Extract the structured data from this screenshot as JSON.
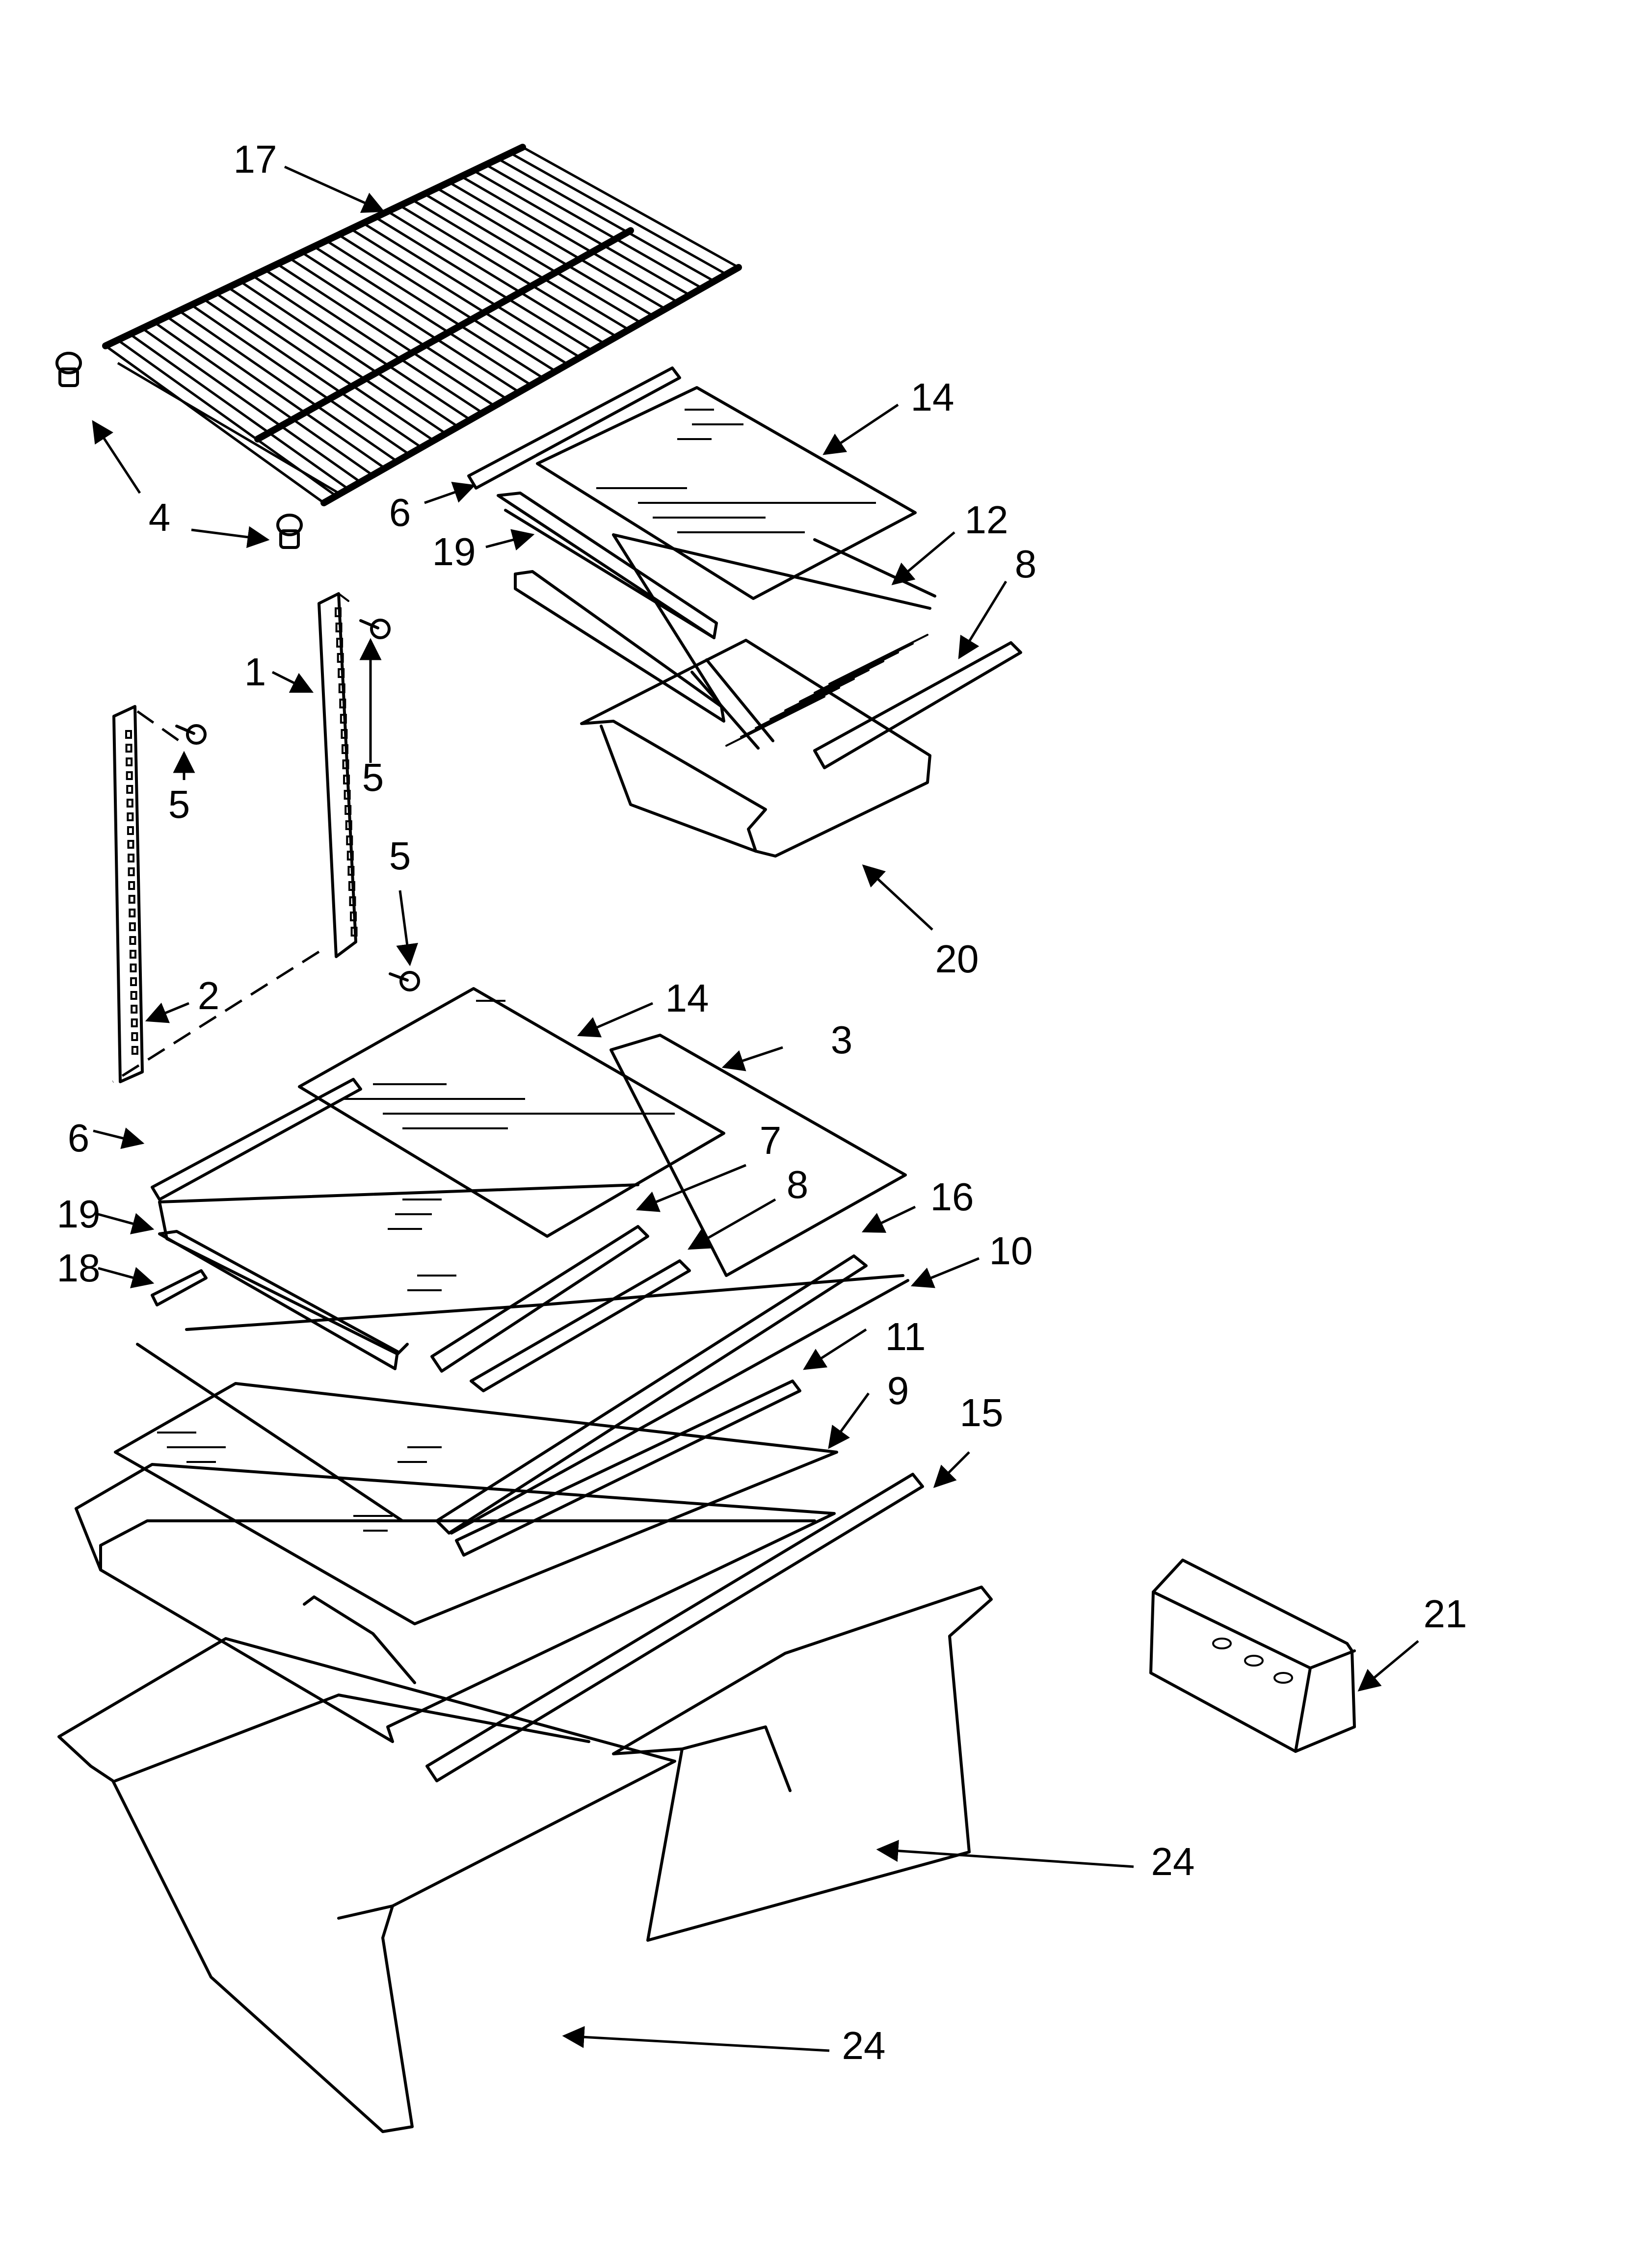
{
  "callouts": [
    {
      "id": "c17",
      "label": "17"
    },
    {
      "id": "c14a",
      "label": "14"
    },
    {
      "id": "c4",
      "label": "4"
    },
    {
      "id": "c6a",
      "label": "6"
    },
    {
      "id": "c19a",
      "label": "19"
    },
    {
      "id": "c12",
      "label": "12"
    },
    {
      "id": "c8a",
      "label": "8"
    },
    {
      "id": "c1",
      "label": "1"
    },
    {
      "id": "c5a",
      "label": "5"
    },
    {
      "id": "c5b",
      "label": "5"
    },
    {
      "id": "c5c",
      "label": "5"
    },
    {
      "id": "c20",
      "label": "20"
    },
    {
      "id": "c2",
      "label": "2"
    },
    {
      "id": "c14b",
      "label": "14"
    },
    {
      "id": "c3",
      "label": "3"
    },
    {
      "id": "c6b",
      "label": "6"
    },
    {
      "id": "c7",
      "label": "7"
    },
    {
      "id": "c19b",
      "label": "19"
    },
    {
      "id": "c8b",
      "label": "8"
    },
    {
      "id": "c16",
      "label": "16"
    },
    {
      "id": "c18",
      "label": "18"
    },
    {
      "id": "c10",
      "label": "10"
    },
    {
      "id": "c11",
      "label": "11"
    },
    {
      "id": "c9",
      "label": "9"
    },
    {
      "id": "c15",
      "label": "15"
    },
    {
      "id": "c21",
      "label": "21"
    },
    {
      "id": "c24a",
      "label": "24"
    },
    {
      "id": "c24b",
      "label": "24"
    }
  ]
}
